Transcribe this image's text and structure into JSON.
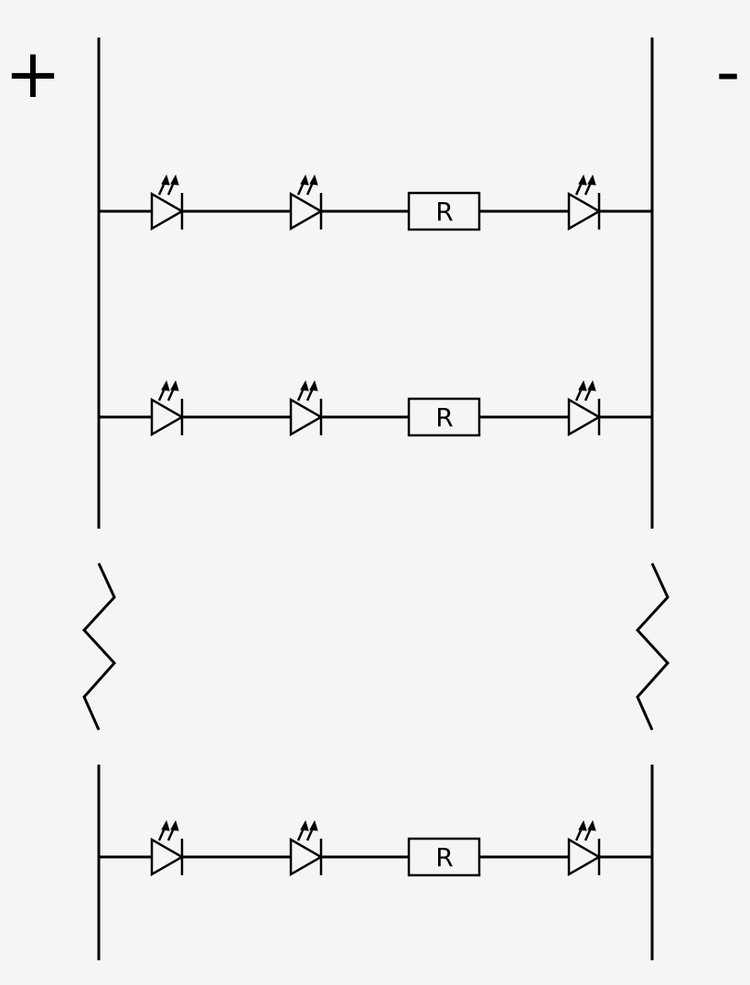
{
  "diagram": {
    "positive_label": "+",
    "negative_label": "-",
    "resistor_label": "R",
    "colors": {
      "background": "#f5f5f5",
      "stroke": "#000000"
    },
    "rows": [
      {
        "components": [
          "led",
          "led",
          "resistor",
          "led"
        ]
      },
      {
        "components": [
          "led",
          "led",
          "resistor",
          "led"
        ]
      },
      {
        "components": [
          "led",
          "led",
          "resistor",
          "led"
        ]
      }
    ],
    "break_symbol": "zigzag"
  }
}
